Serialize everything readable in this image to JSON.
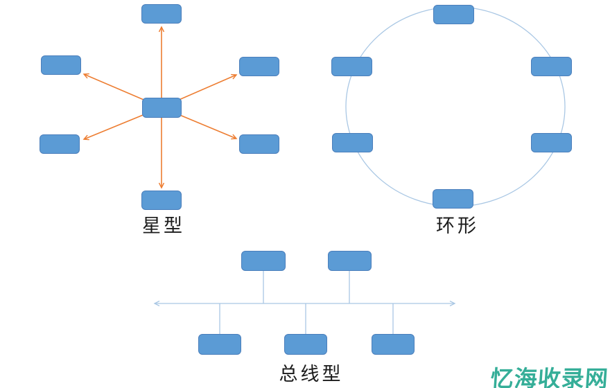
{
  "diagram": {
    "type": "network-topology",
    "sections": [
      {
        "id": "star",
        "label": "星型",
        "node_count": 7,
        "arrow_count": 6
      },
      {
        "id": "ring",
        "label": "环形",
        "node_count": 6
      },
      {
        "id": "bus",
        "label": "总线型",
        "node_count": 5,
        "top_nodes": 2,
        "bottom_nodes": 3
      }
    ]
  },
  "watermark": {
    "text": "忆海收录网",
    "color": "#35ae98"
  },
  "colors": {
    "background": "#ffffff",
    "node_fill": "#5b9bd5",
    "node_border": "#4a7ebb",
    "star_arrow": "#ed7d31",
    "connector_line": "#a9c7e4",
    "label_text": "#1b1b1b"
  }
}
